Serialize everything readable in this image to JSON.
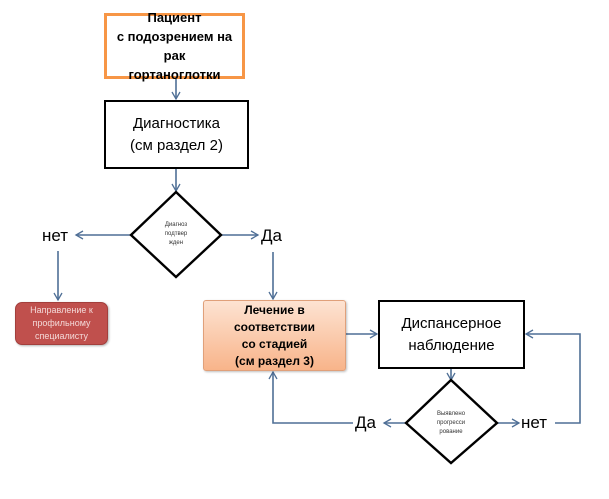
{
  "nodes": {
    "start": {
      "lines": [
        "Пациент",
        "с подозрением на рак",
        "гортаноглотки"
      ],
      "border_color": "#f79646"
    },
    "diagnostics": {
      "lines": [
        "Диагностика",
        "(см раздел 2)"
      ]
    },
    "decision_diagnosis": {
      "lines": [
        "Диагноз",
        "подтвер",
        "жден"
      ]
    },
    "referral": {
      "lines": [
        "Направление к",
        "профильному",
        "специалисту"
      ],
      "fill_color": "#c0504d"
    },
    "treatment": {
      "lines": [
        "Лечение  в соответствии",
        "со стадией",
        "(см раздел 3)"
      ],
      "fill_color": "#f8b48a"
    },
    "dispensary": {
      "lines": [
        "Диспансерное",
        "наблюдение"
      ]
    },
    "decision_progression": {
      "lines": [
        "Выявлено",
        "прогресси",
        "рование"
      ]
    }
  },
  "edge_labels": {
    "diagnosis_no": "нет",
    "diagnosis_yes": "Да",
    "progression_yes": "Да",
    "progression_no": "нет"
  },
  "colors": {
    "connector": "#4f6f96"
  }
}
